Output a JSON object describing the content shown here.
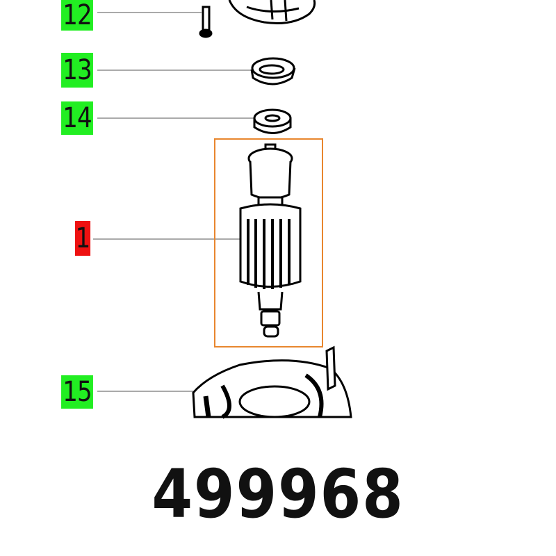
{
  "callouts": [
    {
      "number": "12",
      "color": "#22ee22"
    },
    {
      "number": "13",
      "color": "#22ee22"
    },
    {
      "number": "14",
      "color": "#22ee22"
    },
    {
      "number": "1",
      "color": "#ee1111"
    },
    {
      "number": "15",
      "color": "#22ee22"
    }
  ],
  "highlight_color": "#e8862e",
  "part_number": "499968"
}
